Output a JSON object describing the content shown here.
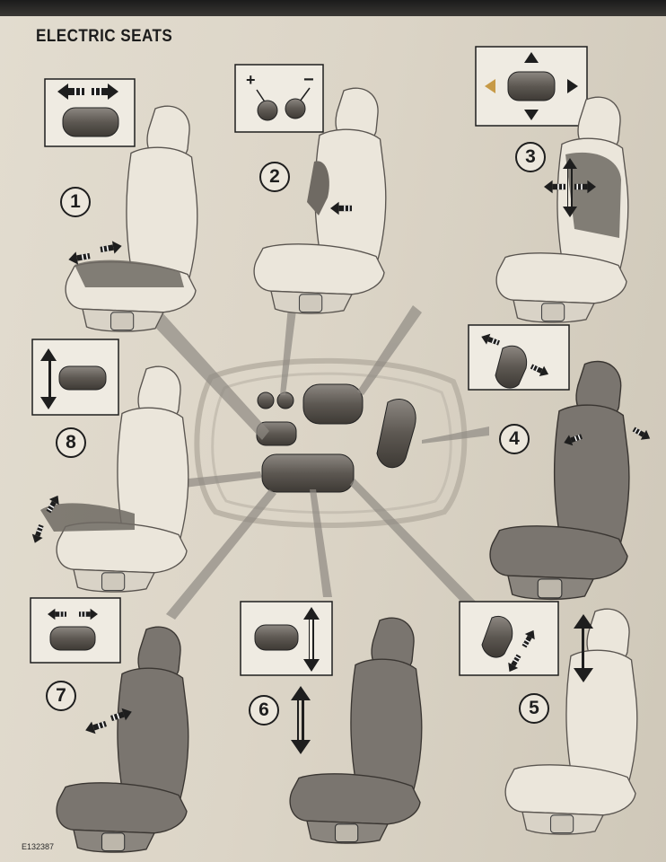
{
  "title": "ELECTRIC SEATS",
  "figure_ref": "E132387",
  "callouts": [
    {
      "id": "1",
      "label": "1"
    },
    {
      "id": "2",
      "label": "2"
    },
    {
      "id": "3",
      "label": "3"
    },
    {
      "id": "4",
      "label": "4"
    },
    {
      "id": "5",
      "label": "5"
    },
    {
      "id": "6",
      "label": "6"
    },
    {
      "id": "7",
      "label": "7"
    },
    {
      "id": "8",
      "label": "8"
    }
  ],
  "lumbar_switch": {
    "plus_label": "+",
    "minus_label": "−"
  },
  "colors": {
    "ink": "#1e1e1e",
    "paper": "#e2dccf",
    "highlight": "#6f6a63",
    "accent_arrow": "#c79a47"
  }
}
